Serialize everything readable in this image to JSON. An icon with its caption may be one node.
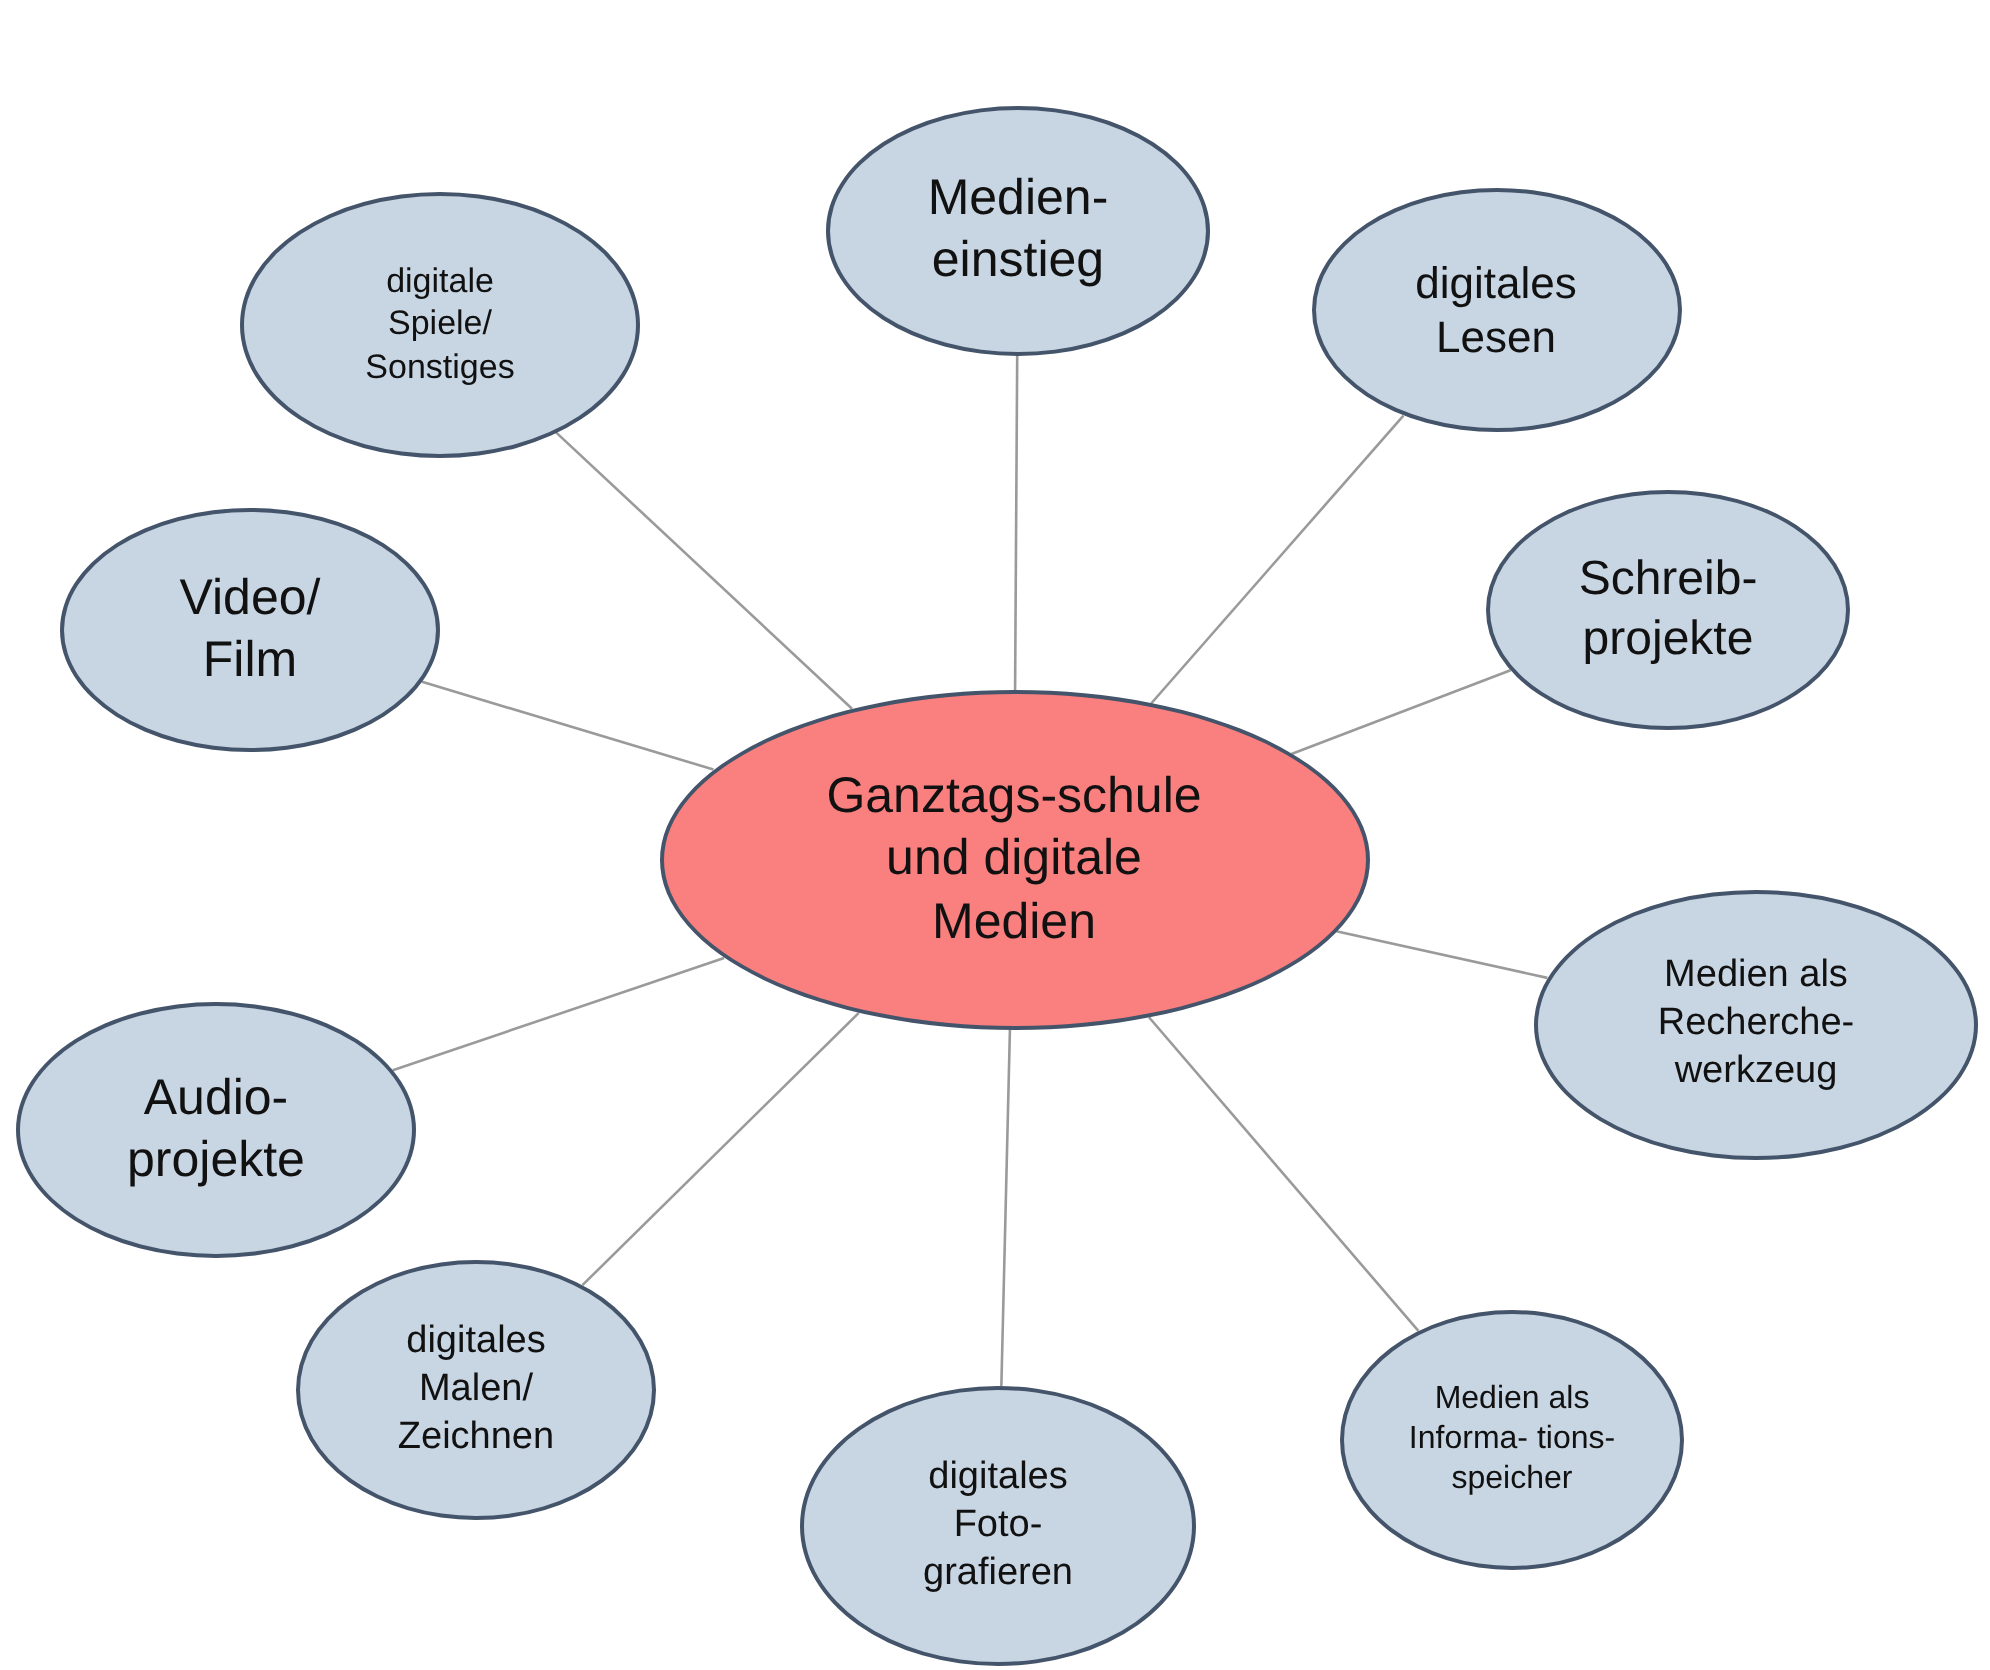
{
  "diagram": {
    "nodes": [
      {
        "text": [
          "Ganztags-schule und digitale Medien"
        ]
      },
      {
        "text": [
          "Medien- einstieg"
        ]
      },
      {
        "text": [
          "digitales Lesen"
        ]
      },
      {
        "text": [
          "Schreib- projekte"
        ]
      },
      {
        "text": [
          "Medien als Recherche- werkzeug"
        ]
      },
      {
        "text": [
          "Medien als Informa- tions- speicher"
        ]
      },
      {
        "text": [
          "digitales Foto- grafieren"
        ]
      },
      {
        "text": [
          "digitales Malen/ Zeichnen"
        ]
      },
      {
        "text": [
          "Audio- projekte"
        ]
      },
      {
        "text": [
          "Video/ Film"
        ]
      },
      {
        "text": [
          "digitale Spiele/ Sonstiges"
        ]
      }
    ],
    "edges": [
      {
        "from": 0,
        "to": 1,
        "arrow": "none"
      },
      {
        "from": 0,
        "to": 2,
        "arrow": "none"
      },
      {
        "from": 0,
        "to": 3,
        "arrow": "none"
      },
      {
        "from": 0,
        "to": 4,
        "arrow": "none"
      },
      {
        "from": 0,
        "to": 5,
        "arrow": "none"
      },
      {
        "from": 0,
        "to": 6,
        "arrow": "none"
      },
      {
        "from": 0,
        "to": 7,
        "arrow": "none"
      },
      {
        "from": 0,
        "to": 8,
        "arrow": "none"
      },
      {
        "from": 0,
        "to": 9,
        "arrow": "none"
      },
      {
        "from": 0,
        "to": 10,
        "arrow": "none"
      }
    ]
  }
}
